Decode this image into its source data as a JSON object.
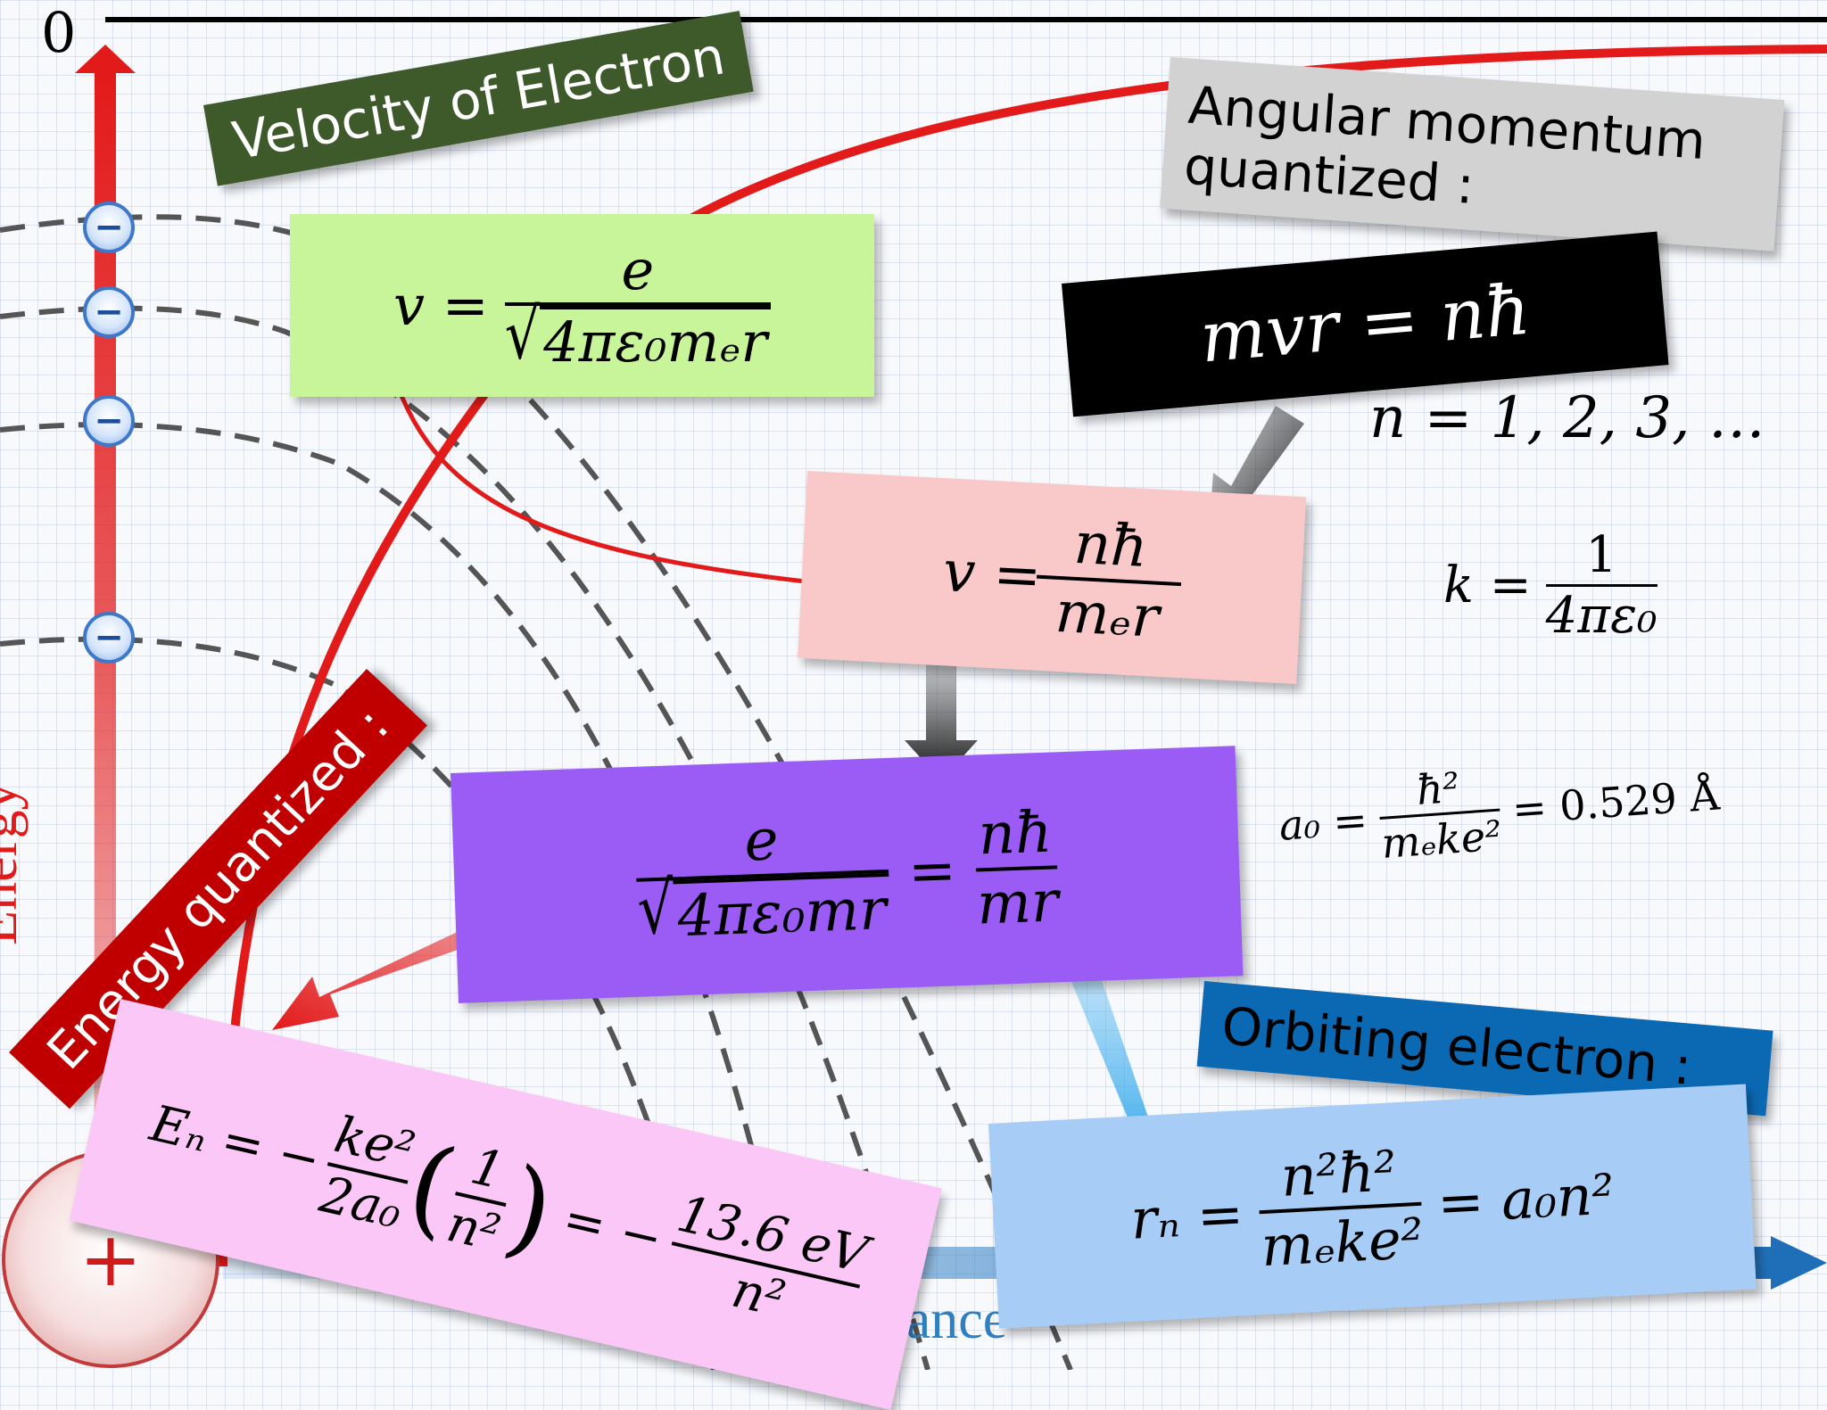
{
  "axis": {
    "zero_label": "0",
    "energy_label": "Energy",
    "radial_label": "Radial Distance"
  },
  "labels": {
    "velocity_title": "Velocity of Electron",
    "angular_title": "Angular momentum\nquantized :",
    "energy_title": "Energy quantized :",
    "orbit_title": "Orbiting electron :"
  },
  "symbols": {
    "electron": "−",
    "nucleus": "+"
  },
  "formulas": {
    "velocity": {
      "lhs": "v =",
      "num": "e",
      "den": "4πε₀mₑr"
    },
    "angular": "mvr = nħ",
    "n_values": "n = 1, 2, 3, …",
    "velocity_quant": {
      "lhs": "v =",
      "num": "nħ",
      "den": "mₑr"
    },
    "k_def": {
      "lhs": "k =",
      "num": "1",
      "den": "4πε₀"
    },
    "equate": {
      "num1": "e",
      "den1": "4πε₀mr",
      "eq": "=",
      "num2": "nħ",
      "den2": "mr"
    },
    "bohr_radius": {
      "lhs": "a₀ =",
      "num": "ħ²",
      "den": "mₑke²",
      "rhs": "= 0.529 Å"
    },
    "energy": {
      "lhs": "Eₙ = −",
      "num1": "ke²",
      "den1": "2a₀",
      "num2": "1",
      "den2": "n²",
      "eq": "= −",
      "num3": "13.6 eV",
      "den3": "n²"
    },
    "radius": {
      "lhs": "rₙ =",
      "num": "n²ħ²",
      "den": "mₑke²",
      "rhs": "= a₀n²"
    }
  },
  "colors": {
    "energy_axis": "#e31a1a",
    "radial_axis": "#2f7fc1",
    "velocity_label_bg": "#3e5a2a",
    "velocity_box_bg": "#c9f59a",
    "angular_label_bg": "#d2d2d2",
    "angular_box_bg": "#000000",
    "quant_box_bg": "#f9c9c9",
    "equate_box_bg": "#9b5cf5",
    "energy_label_bg": "#c00000",
    "energy_box_bg": "#fbc7f6",
    "orbit_label_bg": "#0b69b3",
    "orbit_box_bg": "#a7cdf7"
  }
}
